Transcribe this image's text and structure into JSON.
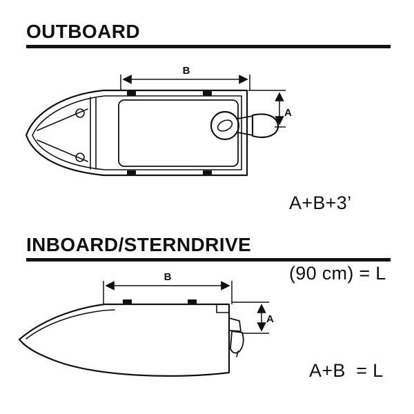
{
  "ink": "#111111",
  "background": "#ffffff",
  "outboard": {
    "heading": "OUTBOARD",
    "dim_b": "B",
    "dim_a": "A",
    "formula_line1": "A+B+3’",
    "formula_line2": "(90 cm) = L"
  },
  "inboard": {
    "heading": "INBOARD/STERNDRIVE",
    "dim_b": "B",
    "dim_a": "A",
    "formula": "A+B  = L"
  }
}
